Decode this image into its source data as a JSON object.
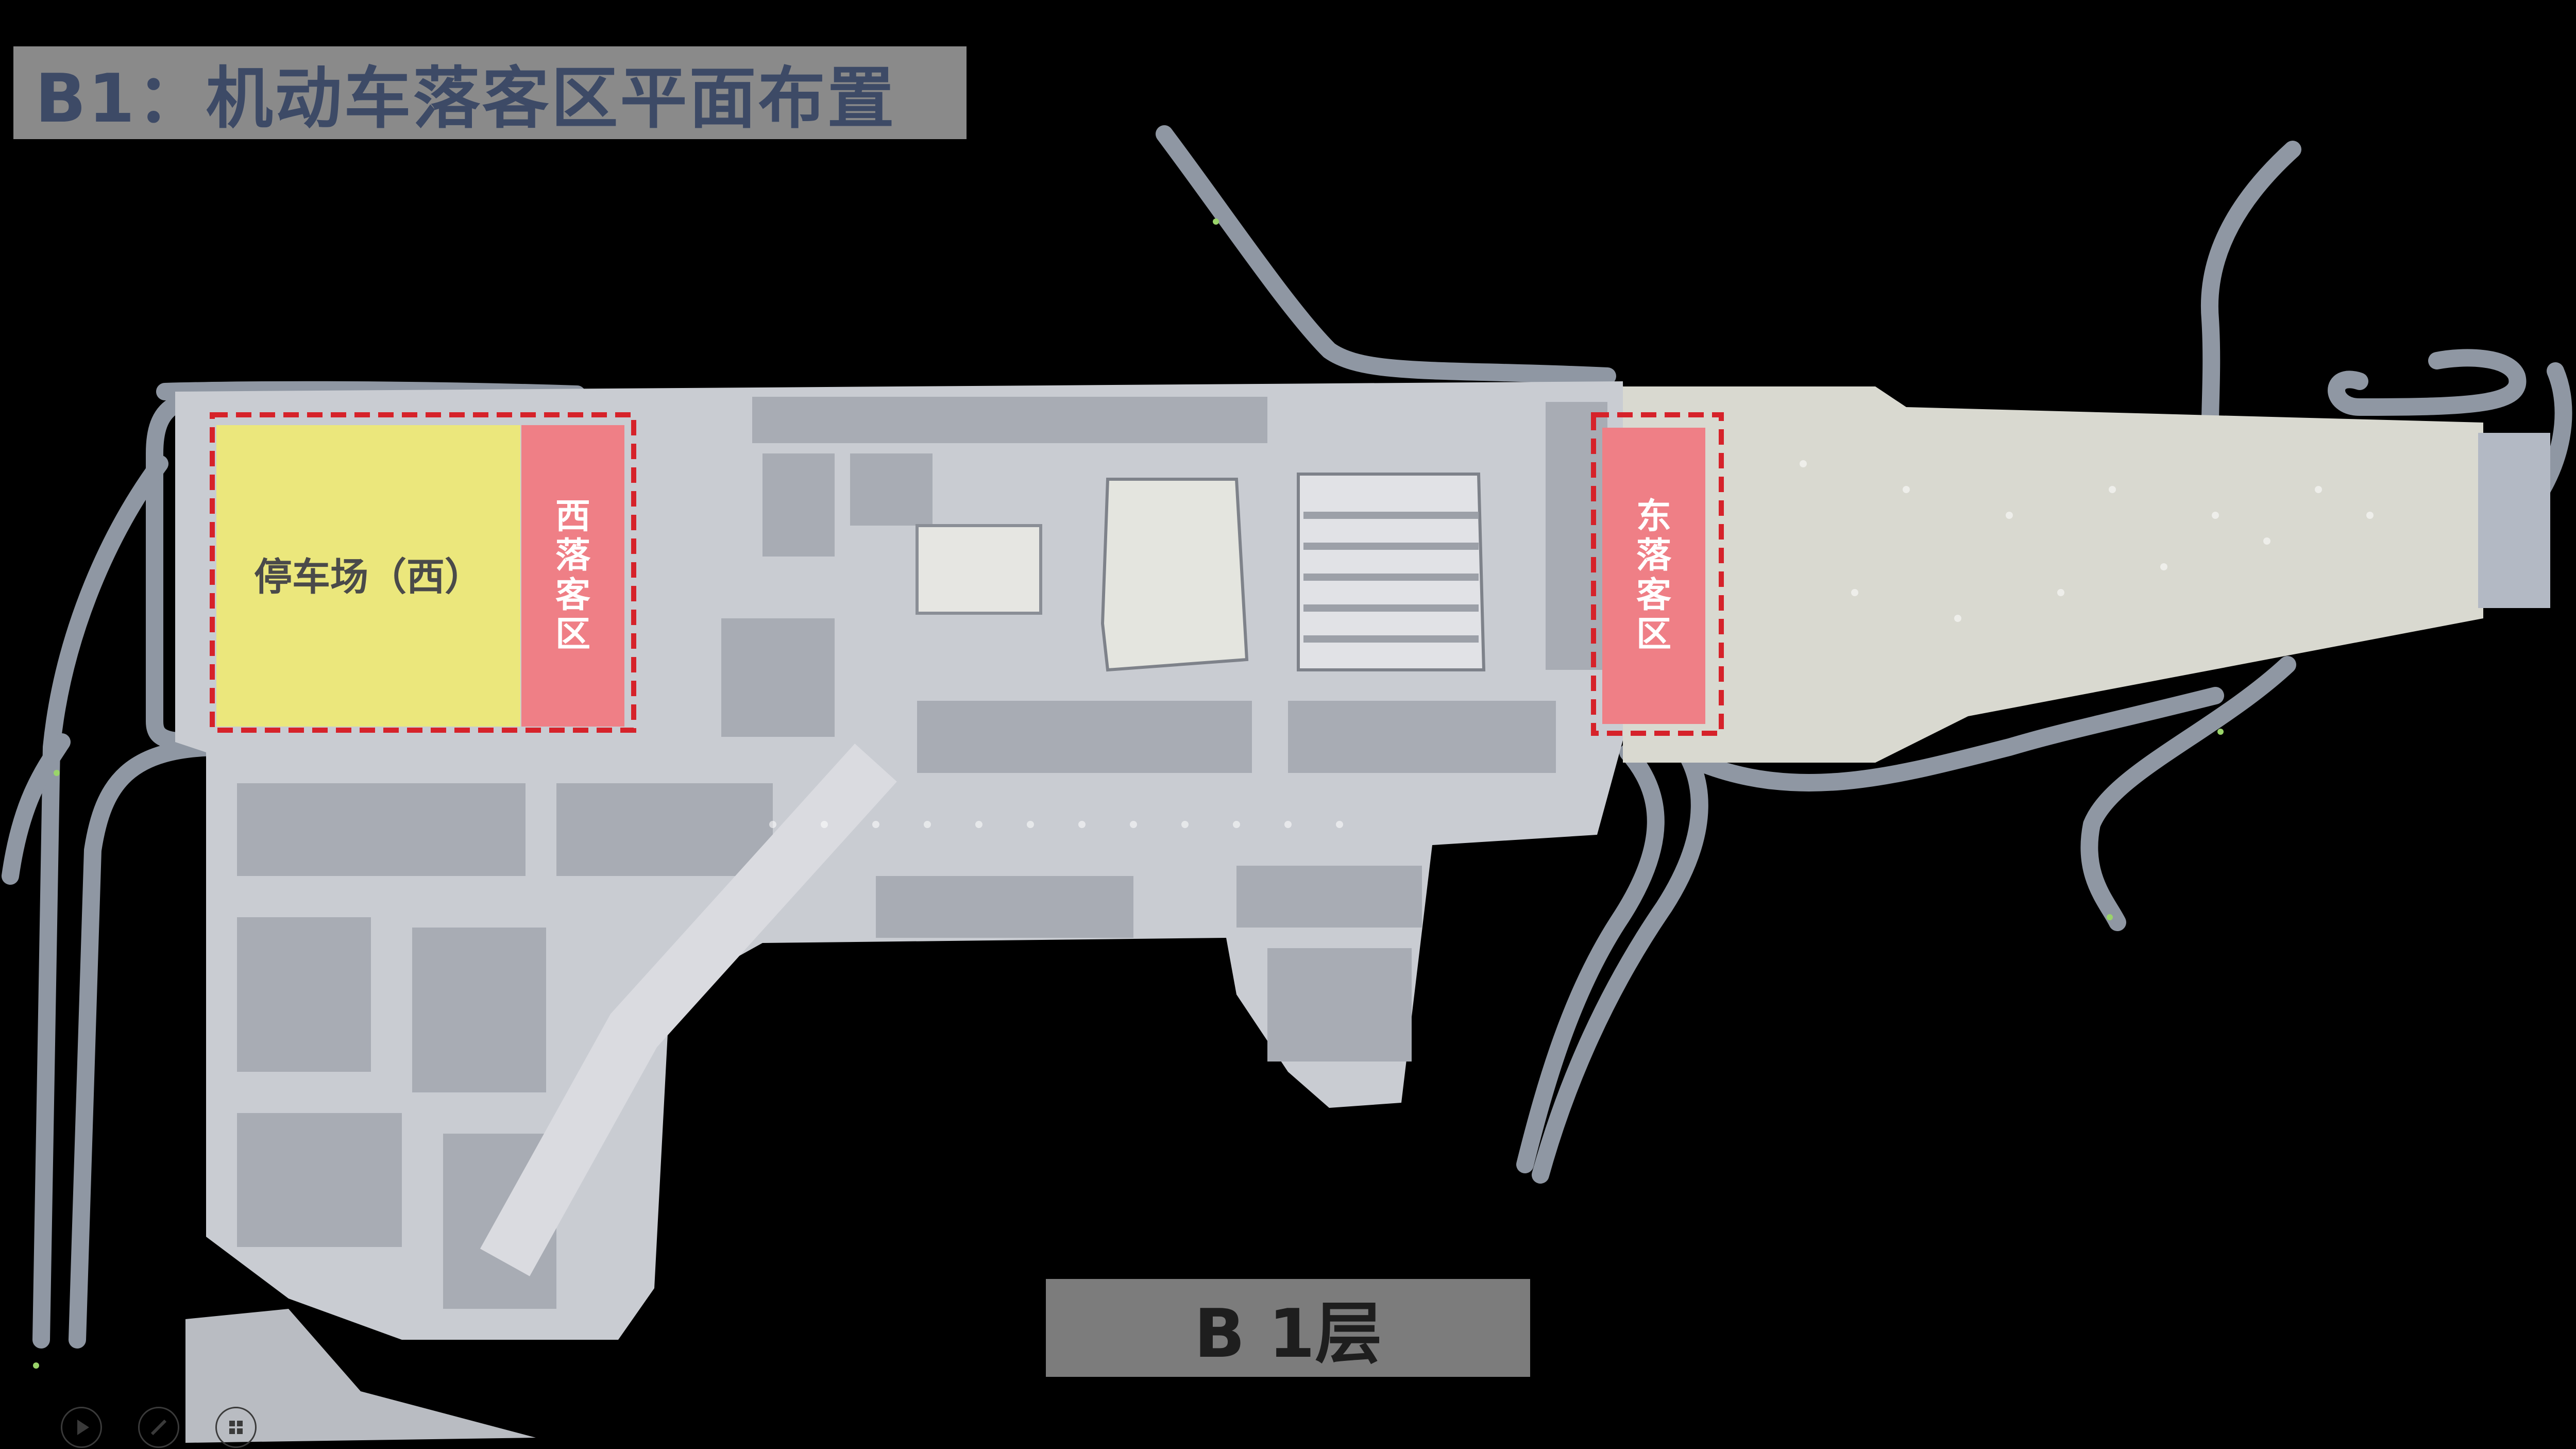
{
  "title": "B1：机动车落客区平面布置",
  "floor_label": "B 1层",
  "zones": {
    "parking_west": "停车场（西）",
    "west_dropoff": [
      "西",
      "落",
      "客",
      "区"
    ],
    "east_dropoff": [
      "东",
      "落",
      "客",
      "区"
    ]
  },
  "colors": {
    "background": "#000000",
    "title_bar": "#8a8a8a",
    "title_text": "#3d4a66",
    "parking_fill": "#ebe77c",
    "dropoff_fill": "#ef7f86",
    "dashed_outline": "#d6222a",
    "floorplan": "#c9ccd2",
    "roads": "#8f97a3"
  },
  "icons": [
    "slideshow-play-icon",
    "pen-icon",
    "grid-icon"
  ]
}
